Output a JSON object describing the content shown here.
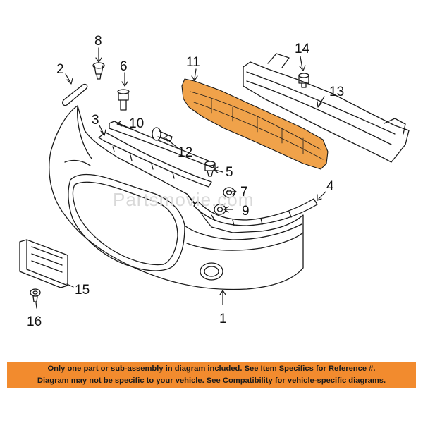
{
  "watermark": "Partsmovie.com",
  "callouts": {
    "c1": "1",
    "c2": "2",
    "c3": "3",
    "c4": "4",
    "c5": "5",
    "c6": "6",
    "c7": "7",
    "c8": "8",
    "c9": "9",
    "c10": "10",
    "c11": "11",
    "c12": "12",
    "c13": "13",
    "c14": "14",
    "c15": "15",
    "c16": "16"
  },
  "colors": {
    "highlight_part": "#f0a24a",
    "banner": "#f28b2e",
    "line": "#1a1a1a"
  },
  "notice": {
    "line1": "Only one part or sub-assembly in diagram included. See Item Specifics for Reference #.",
    "line2": "Diagram may not be specific to your vehicle. See Compatibility for vehicle-specific diagrams."
  }
}
